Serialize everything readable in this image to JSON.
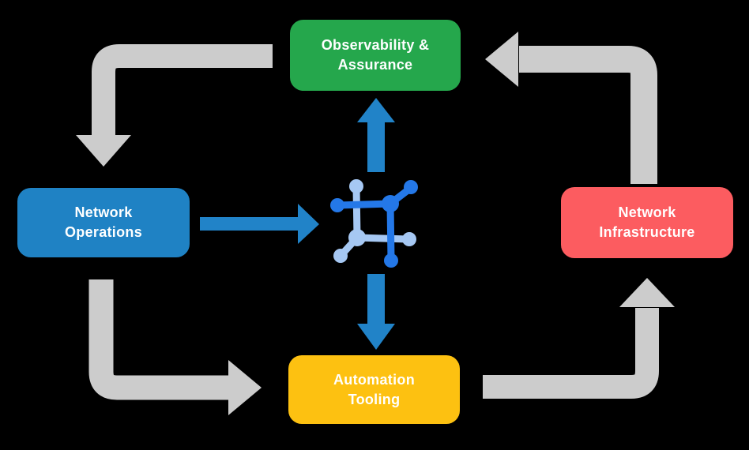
{
  "background": "#000000",
  "text_color": "#ffffff",
  "nodes": {
    "observability": {
      "line1": "Observability &",
      "line2": "Assurance",
      "color": "#25a74c"
    },
    "operations": {
      "line1": "Network",
      "line2": "Operations",
      "color": "#1f82c4"
    },
    "infrastructure": {
      "line1": "Network",
      "line2": "Infrastructure",
      "color": "#fc5c60"
    },
    "automation": {
      "line1": "Automation",
      "line2": "Tooling",
      "color": "#fdc111"
    }
  },
  "arrows": {
    "gray_color": "#cccccc",
    "blue_color": "#2183c8",
    "flows": [
      {
        "from": "Observability & Assurance",
        "to": "Network Operations",
        "style": "gray-elbow"
      },
      {
        "from": "Network Operations",
        "to": "Automation Tooling",
        "style": "gray-elbow"
      },
      {
        "from": "Automation Tooling",
        "to": "Network Infrastructure",
        "style": "gray-elbow"
      },
      {
        "from": "Network Infrastructure",
        "to": "Observability & Assurance",
        "style": "gray-elbow"
      },
      {
        "from": "Network Operations",
        "to": "center-network-icon",
        "style": "blue-straight"
      },
      {
        "from": "center-network-icon",
        "to": "Observability & Assurance",
        "style": "blue-straight"
      },
      {
        "from": "center-network-icon",
        "to": "Automation Tooling",
        "style": "blue-straight"
      }
    ]
  },
  "icon": {
    "name": "network-mesh-icon",
    "dark_color": "#2478e8",
    "light_color": "#a6c8f3"
  }
}
